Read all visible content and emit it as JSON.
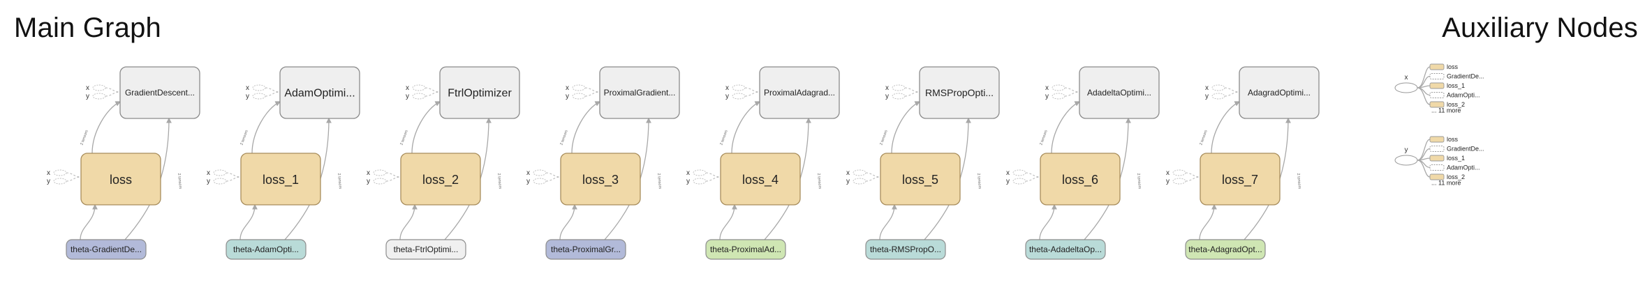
{
  "titles": {
    "main": "Main Graph",
    "aux": "Auxiliary Nodes"
  },
  "inputs": [
    "x",
    "y"
  ],
  "edge_label": "2 tensors",
  "groups": [
    {
      "optimizer": "GradientDescent...",
      "loss": "loss",
      "theta": "theta-GradientDe...",
      "theta_color": "#b2bad9"
    },
    {
      "optimizer": "AdamOptimi...",
      "loss": "loss_1",
      "theta": "theta-AdamOpti...",
      "theta_color": "#b9dbd8"
    },
    {
      "optimizer": "FtrlOptimizer",
      "loss": "loss_2",
      "theta": "theta-FtrlOptimi...",
      "theta_color": "#f0f0f0"
    },
    {
      "optimizer": "ProximalGradient...",
      "loss": "loss_3",
      "theta": "theta-ProximalGr...",
      "theta_color": "#b2bad9"
    },
    {
      "optimizer": "ProximalAdagrad...",
      "loss": "loss_4",
      "theta": "theta-ProximalAd...",
      "theta_color": "#cfe6b3"
    },
    {
      "optimizer": "RMSPropOpti...",
      "loss": "loss_5",
      "theta": "theta-RMSPropO...",
      "theta_color": "#b9dbd8"
    },
    {
      "optimizer": "AdadeltaOptimi...",
      "loss": "loss_6",
      "theta": "theta-AdadeltaOp...",
      "theta_color": "#b9dbd8"
    },
    {
      "optimizer": "AdagradOptimi...",
      "loss": "loss_7",
      "theta": "theta-AdagradOpt...",
      "theta_color": "#cfe6b3"
    }
  ],
  "aux_nodes": [
    {
      "name": "x",
      "items": [
        "loss",
        "GradientDe...",
        "loss_1",
        "AdamOpti...",
        "loss_2"
      ],
      "more": "... 11 more"
    },
    {
      "name": "y",
      "items": [
        "loss",
        "GradientDe...",
        "loss_1",
        "AdamOpti...",
        "loss_2"
      ],
      "more": "... 11 more"
    }
  ],
  "colors": {
    "optimizer_fill": "#efefef",
    "loss_fill": "#f0d9a8",
    "aux_loss_item": "#f0d9a8",
    "aux_op_item": "#ffffff"
  }
}
